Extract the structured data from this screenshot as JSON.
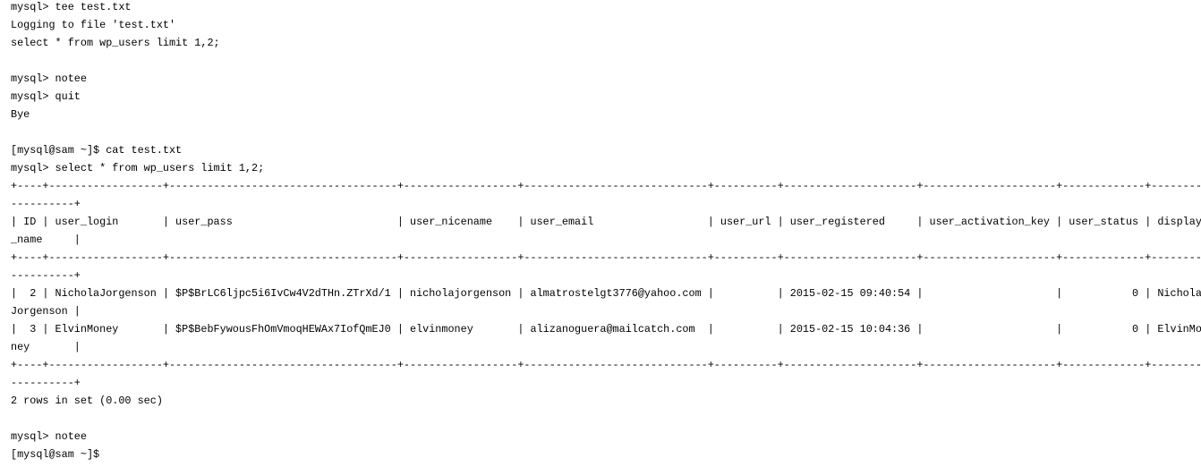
{
  "terminal": {
    "lines": [
      "mysql> tee test.txt",
      "Logging to file 'test.txt'",
      "select * from wp_users limit 1,2;",
      "",
      "mysql> notee",
      "mysql> quit",
      "Bye",
      "",
      "[mysql@sam ~]$ cat test.txt",
      "mysql> select * from wp_users limit 1,2;",
      "+----+------------------+------------------------------------+------------------+-----------------------------+----------+---------------------+---------------------+-------------+------------------+",
      "| ID | user_login       | user_pass                          | user_nicename    | user_email                  | user_url | user_registered     | user_activation_key | user_status | display_name     |",
      "+----+------------------+------------------------------------+------------------+-----------------------------+----------+---------------------+---------------------+-------------+------------------+",
      "|  2 | NicholaJorgenson | $P$BrLC6ljpc5i6IvCw4V2dTHn.ZTrXd/1 | nicholajorgenson | almatrostelgt3776@yahoo.com |          | 2015-02-15 09:40:54 |                     |           0 | NicholaJorgenson |",
      "|  3 | ElvinMoney       | $P$BebFywousFhOmVmoqHEWAx7IofQmEJ0 | elvinmoney       | alizanoguera@mailcatch.com  |          | 2015-02-15 10:04:36 |                     |           0 | ElvinMoney       |",
      "+----+------------------+------------------------------------+------------------+-----------------------------+----------+---------------------+---------------------+-------------+------------------+",
      "2 rows in set (0.00 sec)",
      "",
      "mysql> notee",
      "[mysql@sam ~]$ "
    ]
  }
}
